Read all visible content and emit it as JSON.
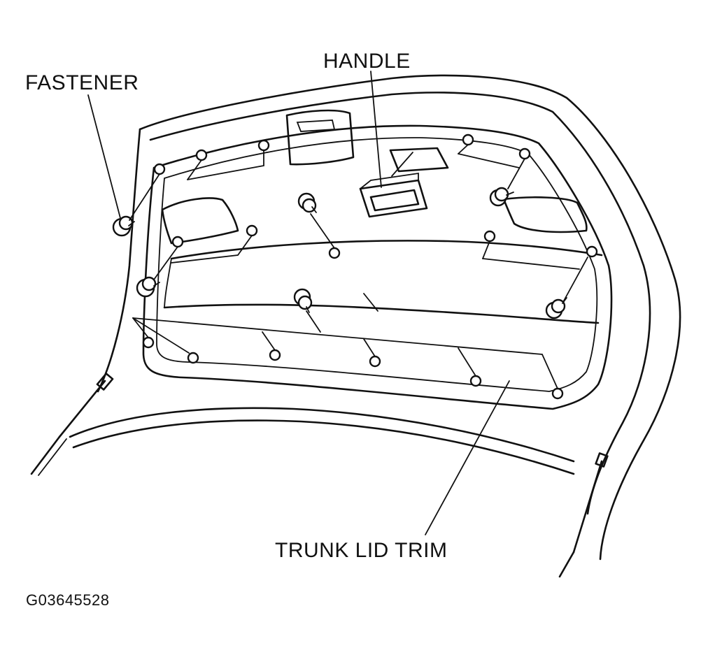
{
  "labels": {
    "fastener": "FASTENER",
    "handle": "HANDLE",
    "trunk_lid_trim": "TRUNK LID TRIM",
    "figure_code": "G03645528"
  },
  "colors": {
    "ink": "#111111",
    "paper": "#ffffff"
  }
}
